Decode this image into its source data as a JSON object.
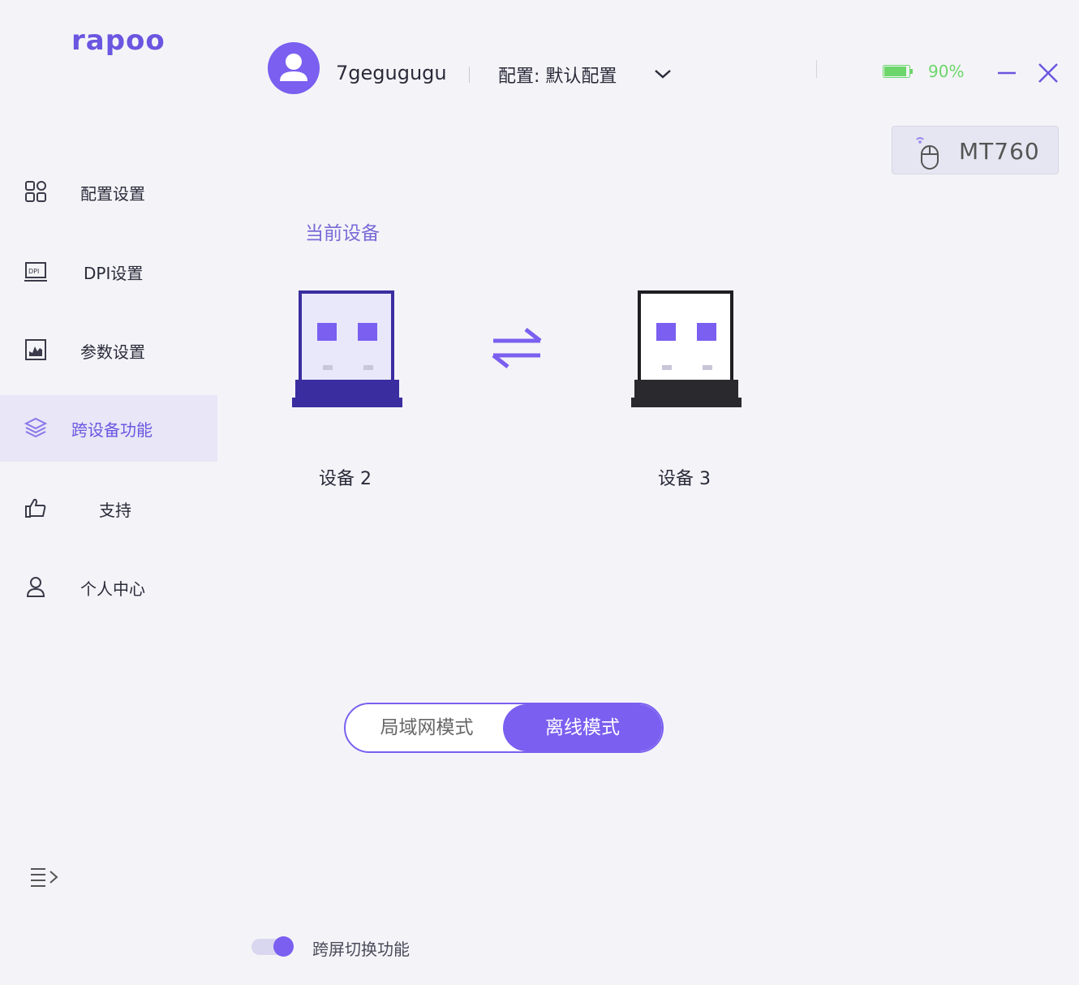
{
  "app": {
    "logo": "rapoo"
  },
  "header": {
    "username": "7gegugugu",
    "profile_label": "配置: 默认配置",
    "battery_percent": "90%",
    "battery_level": 0.9,
    "device_name": "MT760"
  },
  "sidebar": {
    "items": [
      {
        "label": "配置设置",
        "icon": "grid-icon"
      },
      {
        "label": "DPI设置",
        "icon": "dpi-icon"
      },
      {
        "label": "参数设置",
        "icon": "chart-icon"
      },
      {
        "label": "跨设备功能",
        "icon": "layers-icon",
        "active": true
      },
      {
        "label": "支持",
        "icon": "thumbs-up-icon"
      },
      {
        "label": "个人中心",
        "icon": "user-icon"
      }
    ]
  },
  "main": {
    "current_device_label": "当前设备",
    "device_a": "设备 2",
    "device_b": "设备 3",
    "modes": {
      "lan": "局域网模式",
      "offline": "离线模式",
      "selected": "offline"
    },
    "cross_screen_label": "跨屏切换功能",
    "cross_screen_enabled": true
  },
  "colors": {
    "accent": "#7a5ff0",
    "battery": "#6cd66a",
    "active_bg": "#e8e6f7"
  }
}
